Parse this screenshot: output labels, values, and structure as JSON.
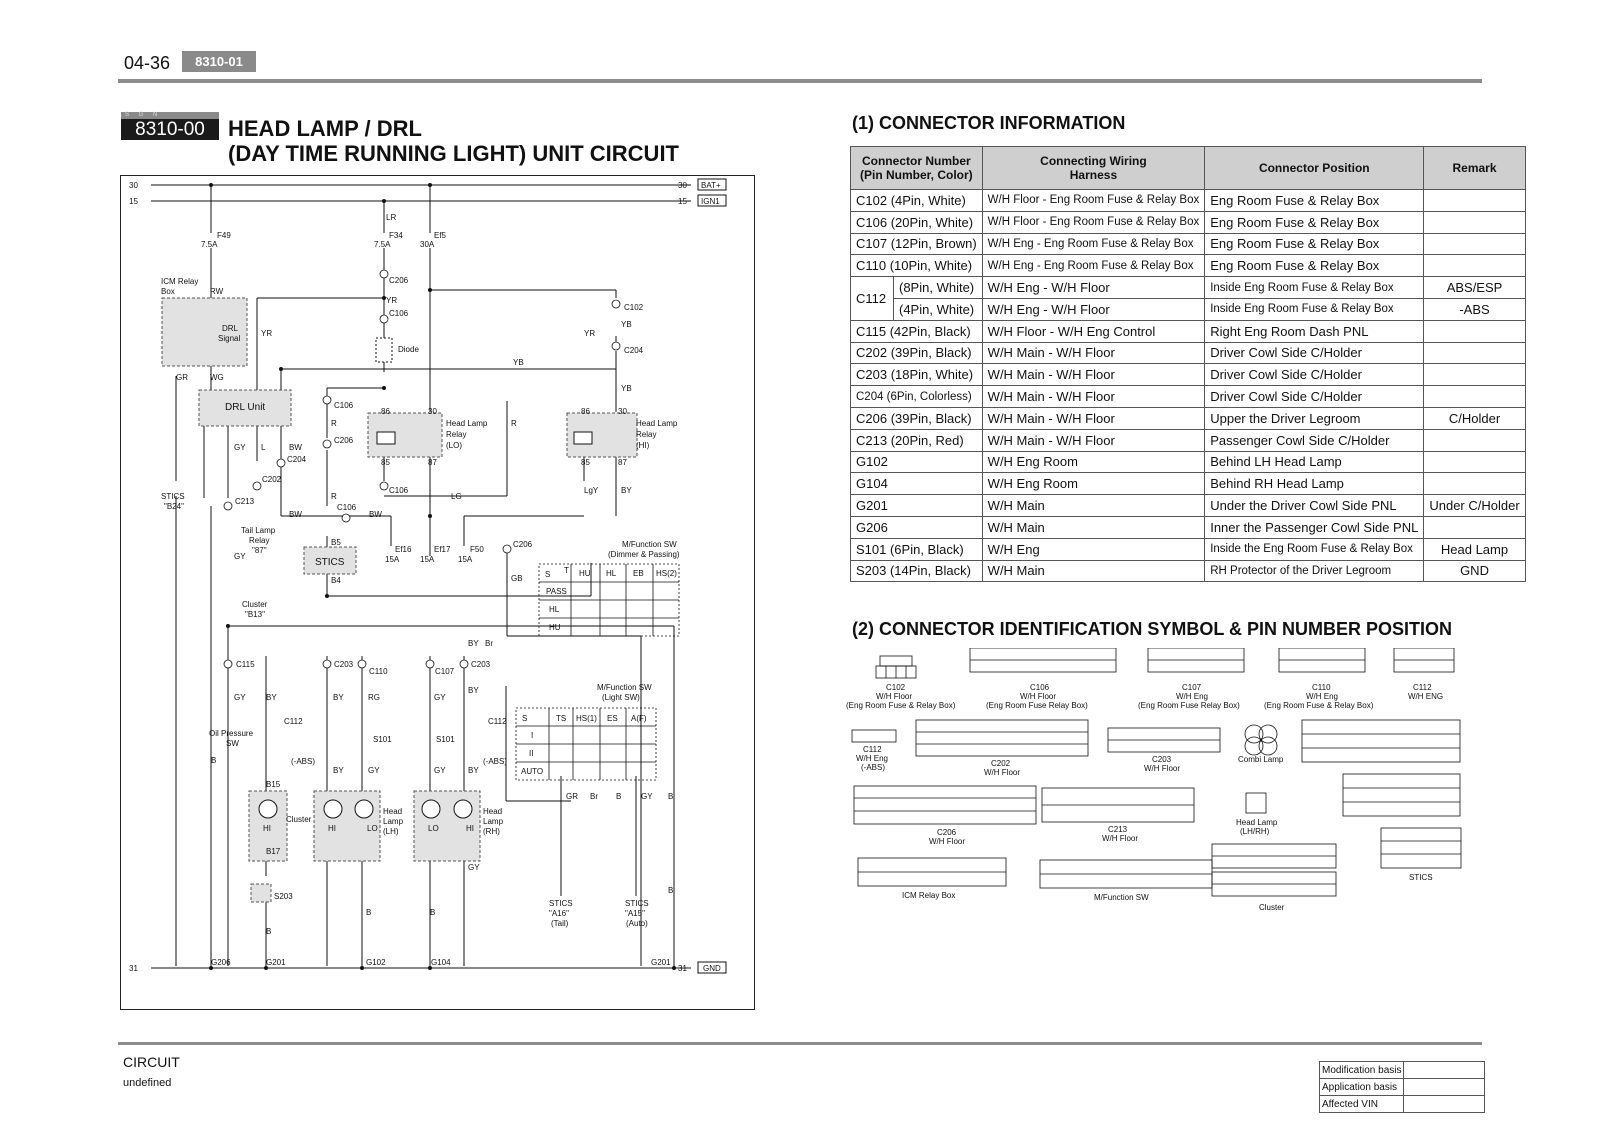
{
  "header": {
    "page_number": "04-36",
    "section_badge": "8310-01"
  },
  "section": {
    "tab": "S G N",
    "code": "8310-00",
    "title_line1": "HEAD LAMP / DRL",
    "title_line2": "(DAY TIME RUNNING LIGHT) UNIT CIRCUIT"
  },
  "connector_info": {
    "heading": "(1) CONNECTOR INFORMATION",
    "col_1a": "Connector Number",
    "col_1b": "(Pin Number, Color)",
    "col_2a": "Connecting Wiring",
    "col_2b": "Harness",
    "col_3": "Connector Position",
    "col_4": "Remark",
    "rows": [
      {
        "connector": "C102 (4Pin, White)",
        "harness": "W/H Floor - Eng Room Fuse & Relay Box",
        "position": "Eng Room Fuse & Relay Box",
        "remark": ""
      },
      {
        "connector": "C106 (20Pin, White)",
        "harness": "W/H Floor - Eng Room Fuse & Relay Box",
        "position": "Eng Room Fuse & Relay Box",
        "remark": ""
      },
      {
        "connector": "C107 (12Pin, Brown)",
        "harness": "W/H Eng - Eng Room Fuse & Relay Box",
        "position": "Eng Room Fuse & Relay Box",
        "remark": ""
      },
      {
        "connector": "C110 (10Pin, White)",
        "harness": "W/H Eng - Eng Room Fuse & Relay Box",
        "position": "Eng Room Fuse & Relay Box",
        "remark": ""
      },
      {
        "connector": "C112",
        "sub": "(8Pin, White)",
        "harness": "W/H Eng - W/H Floor",
        "position": "Inside Eng Room Fuse & Relay Box",
        "remark": "ABS/ESP"
      },
      {
        "sub": "(4Pin, White)",
        "harness": "W/H Eng - W/H Floor",
        "position": "Inside Eng Room Fuse & Relay Box",
        "remark": "-ABS"
      },
      {
        "connector": "C115 (42Pin, Black)",
        "harness": "W/H Floor - W/H Eng Control",
        "position": "Right Eng Room Dash PNL",
        "remark": ""
      },
      {
        "connector": "C202 (39Pin, Black)",
        "harness": "W/H Main - W/H Floor",
        "position": "Driver Cowl Side C/Holder",
        "remark": ""
      },
      {
        "connector": "C203 (18Pin, White)",
        "harness": "W/H Main - W/H Floor",
        "position": "Driver Cowl Side C/Holder",
        "remark": ""
      },
      {
        "connector": "C204 (6Pin, Colorless)",
        "harness": "W/H Main - W/H Floor",
        "position": "Driver Cowl Side C/Holder",
        "remark": ""
      },
      {
        "connector": "C206 (39Pin, Black)",
        "harness": "W/H Main - W/H Floor",
        "position": "Upper the Driver Legroom",
        "remark": "C/Holder"
      },
      {
        "connector": "C213 (20Pin, Red)",
        "harness": "W/H Main - W/H Floor",
        "position": "Passenger Cowl Side C/Holder",
        "remark": ""
      },
      {
        "connector": "G102",
        "harness": "W/H Eng Room",
        "position": "Behind LH Head Lamp",
        "remark": ""
      },
      {
        "connector": "G104",
        "harness": "W/H Eng Room",
        "position": "Behind RH Head Lamp",
        "remark": ""
      },
      {
        "connector": "G201",
        "harness": "W/H Main",
        "position": "Under the Driver Cowl Side PNL",
        "remark": "Under C/Holder"
      },
      {
        "connector": "G206",
        "harness": "W/H Main",
        "position": "Inner the Passenger Cowl Side PNL",
        "remark": ""
      },
      {
        "connector": "S101 (6Pin, Black)",
        "harness": "W/H Eng",
        "position": "Inside the Eng Room Fuse & Relay Box",
        "remark": "Head Lamp"
      },
      {
        "connector": "S203 (14Pin, Black)",
        "harness": "W/H Main",
        "position": "RH Protector of the Driver Legroom",
        "remark": "GND"
      }
    ]
  },
  "connector_ident": {
    "heading": "(2) CONNECTOR IDENTIFICATION SYMBOL & PIN NUMBER POSITION",
    "c102": [
      "C102",
      "W/H Floor",
      "(Eng Room Fuse & Relay Box)"
    ],
    "c106": [
      "C106",
      "W/H Floor",
      "(Eng Room Fuse Relay Box)"
    ],
    "c107": [
      "C107",
      "W/H Eng",
      "(Eng Room Fuse Relay Box)"
    ],
    "c110": [
      "C110",
      "W/H Eng",
      "(Eng Room Fuse & Relay Box)"
    ],
    "c112a": [
      "C112",
      "W/H ENG"
    ],
    "c112b": [
      "C112",
      "W/H Eng",
      "(-ABS)"
    ],
    "c202": [
      "C202",
      "W/H Floor"
    ],
    "c203": [
      "C203",
      "W/H Floor"
    ],
    "combi": "Combi Lamp",
    "c206": [
      "C206",
      "W/H Floor"
    ],
    "c213": [
      "C213",
      "W/H Floor"
    ],
    "headlamp": [
      "Head Lamp",
      "(LH/RH)"
    ],
    "icm": "ICM Relay Box",
    "mfsw": "M/Function SW",
    "cluster": "Cluster",
    "stics": "STICS"
  },
  "diagram_labels": {
    "l30": "30",
    "l15": "15",
    "l31": "31",
    "bat": "BAT+",
    "ign": "IGN1",
    "gnd": "GND",
    "f49": "F49",
    "f49a": "7.5A",
    "f34": "F34",
    "f34a": "7.5A",
    "ef5": "Ef5",
    "ef5a": "30A",
    "lr": "LR",
    "rw": "RW",
    "yr": "YR",
    "yb": "YB",
    "gr": "GR",
    "wg": "WG",
    "icm1": "ICM Relay",
    "icm2": "Box",
    "drlsig1": "DRL",
    "drlsig2": "Signal",
    "c206": "C206",
    "c106": "C106",
    "c102": "C102",
    "c204": "C204",
    "c202": "C202",
    "c213": "C213",
    "c115": "C115",
    "c203": "C203",
    "c110": "C110",
    "c107": "C107",
    "c112": "C112",
    "diode": "Diode",
    "drlunit": "DRL Unit",
    "hl_lo_1": "Head Lamp",
    "hl_lo_2": "Relay",
    "hl_lo_3": "(LO)",
    "hl_hi_1": "Head Lamp",
    "hl_hi_2": "Relay",
    "hl_hi_3": "(HI)",
    "p86": "86",
    "p30": "30",
    "p85": "85",
    "p87": "87",
    "r": "R",
    "lg": "LG",
    "lgy": "LgY",
    "by": "BY",
    "bw": "BW",
    "gy": "GY",
    "l": "L",
    "gb": "GB",
    "rg": "RG",
    "b": "B",
    "br": "Br",
    "stics": "STICS",
    "b5": "B5",
    "b4": "B4",
    "stics_b24_1": "STICS",
    "stics_b24_2": "\"B24\"",
    "tail1": "Tail Lamp",
    "tail2": "Relay",
    "tail3": "\"87\"",
    "clusterb13_1": "Cluster",
    "clusterb13_2": "\"B13\"",
    "oil1": "Oil Pressure",
    "oil2": "SW",
    "ef16": "Ef16",
    "ef16a": "15A",
    "ef17": "Ef17",
    "ef17a": "15A",
    "f50": "F50",
    "f50a": "15A",
    "mf1": "M/Function SW",
    "mf2": "(Dimmer & Passing)",
    "s": "S",
    "t": "T",
    "hu": "HU",
    "hl": "HL",
    "eb": "EB",
    "hs2": "HS(2)",
    "pass": "PASS",
    "mf3": "M/Function SW",
    "mf4": "(Light SW)",
    "ts": "TS",
    "hs1": "HS(1)",
    "es": "ES",
    "af": "A(F)",
    "row_i": "I",
    "row_ii": "II",
    "auto": "AUTO",
    "abs": "(-ABS)",
    "s101": "S101",
    "s203": "S203",
    "b15": "B15",
    "b17": "B17",
    "hi": "HI",
    "lo": "LO",
    "clusterlbl": "Cluster",
    "hla1": "Head",
    "hla2": "Lamp",
    "hla3": "(LH)",
    "hlb3": "(RH)",
    "a16_1": "STICS",
    "a16_2": "\"A16\"",
    "a16_3": "(Tail)",
    "a15_1": "STICS",
    "a15_2": "\"A15\"",
    "a15_3": "(Auto)",
    "g206": "G206",
    "g201": "G201",
    "g102": "G102",
    "g104": "G104"
  },
  "footer": {
    "section": "CIRCUIT",
    "sub": "undefined",
    "mod_labels": [
      "Modification basis",
      "Application basis",
      "Affected VIN"
    ]
  }
}
